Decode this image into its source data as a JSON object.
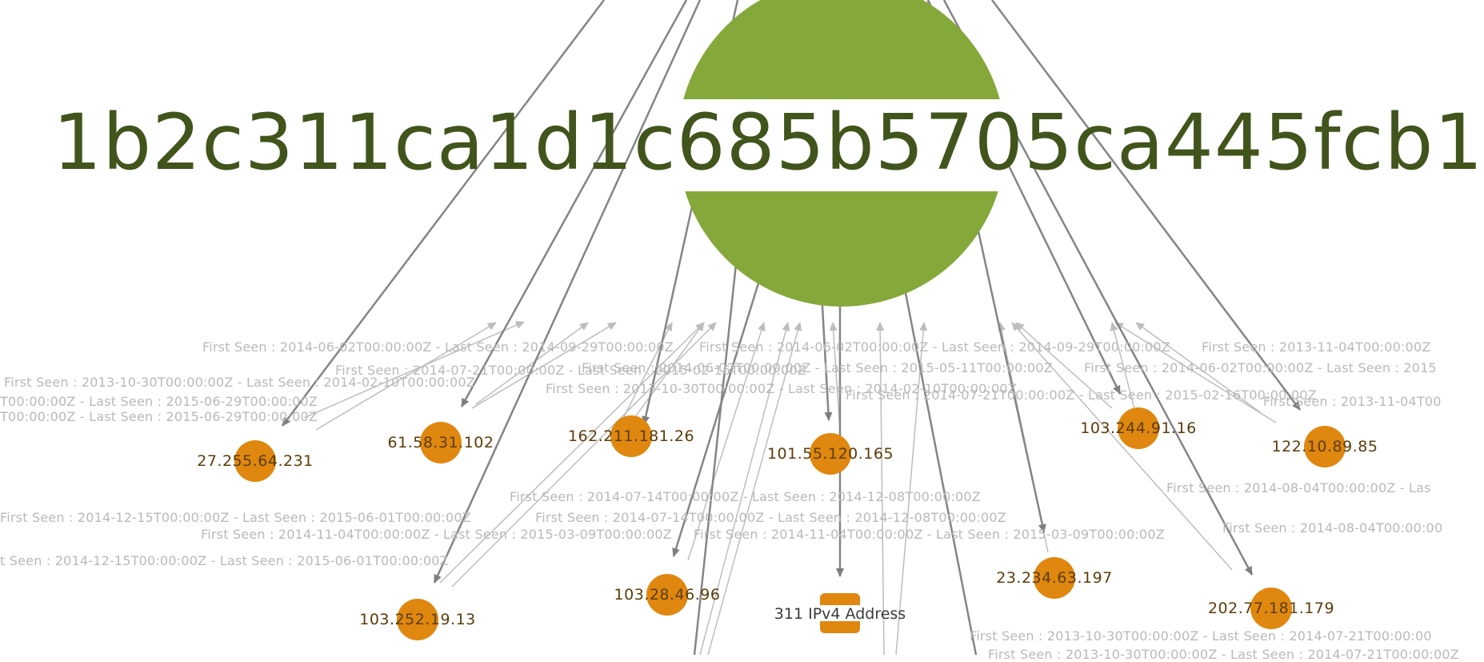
{
  "center": {
    "hash": "1b2c311ca1d1c685b5705ca445fcb1",
    "color": "#85a83b",
    "text_color": "#41541c"
  },
  "node_color": "#e0870f",
  "nodes": [
    {
      "id": "n1",
      "label": "27.255.64.231"
    },
    {
      "id": "n2",
      "label": "61.58.31.102"
    },
    {
      "id": "n3",
      "label": "162.211.181.26"
    },
    {
      "id": "n4",
      "label": "101.55.120.165"
    },
    {
      "id": "n5",
      "label": "103.244.91.16"
    },
    {
      "id": "n6",
      "label": "122.10.89.85"
    },
    {
      "id": "n7",
      "label": "103.252.19.13"
    },
    {
      "id": "n8",
      "label": "103.28.46.96"
    },
    {
      "id": "n9",
      "label": "23.234.63.197"
    },
    {
      "id": "n10",
      "label": "202.77.181.179"
    }
  ],
  "type_node": {
    "label": "311 IPv4 Address",
    "icon": "ipv4-address-icon"
  },
  "edge_labels": [
    "First Seen : 2014-06-02T00:00:00Z - Last Seen : 2014-09-29T00:00:00Z",
    "First Seen : 2014-06-02T00:00:00Z - Last Seen : 2014-09-29T00:00:00Z",
    "First Seen : 2013-11-04T00:00:00Z",
    "First Seen : 2013-10-30T00:00:00Z - Last Seen : 2014-02-10T00:00:00Z",
    "First Seen : 2014-07-21T00:00:00Z - Last Seen : 2015-02-16T00:00:00Z",
    "First Seen : 2014-06-02T00:00:00Z - Last Seen : 2015-05-11T00:00:00Z",
    "First Seen : 2014-06-02T00:00:00Z - Last Seen : 2015",
    "First Seen : 2013-10-30T00:00:00Z - Last Seen : 2014-02-10T00:00:00Z",
    "First Seen : 2014-07-21T00:00:00Z - Last Seen : 2015-02-16T00:00:00Z",
    "First Seen : 2013-11-04T00",
    "T00:00:00Z - Last Seen : 2015-06-29T00:00:00Z",
    "T00:00:00Z - Last Seen : 2015-06-29T00:00:00Z",
    "First Seen : 2014-07-14T00:00:00Z - Last Seen : 2014-12-08T00:00:00Z",
    "First Seen : 2014-08-04T00:00:00Z - Las",
    "First Seen : 2014-12-15T00:00:00Z - Last Seen : 2015-06-01T00:00:00Z",
    "First Seen : 2014-07-14T00:00:00Z - Last Seen : 2014-12-08T00:00:00Z",
    "First Seen : 2014-08-04T00:00:00",
    "First Seen : 2014-11-04T00:00:00Z - Last Seen : 2015-03-09T00:00:00Z",
    "First Seen : 2014-11-04T00:00:00Z - Last Seen : 2015-03-09T00:00:00Z",
    "t Seen : 2014-12-15T00:00:00Z - Last Seen : 2015-06-01T00:00:00Z",
    "First Seen : 2013-10-30T00:00:00Z - Last Seen : 2014-07-21T00:00:00",
    "First Seen : 2013-10-30T00:00:00Z - Last Seen : 2014-07-21T00:00:00Z"
  ]
}
